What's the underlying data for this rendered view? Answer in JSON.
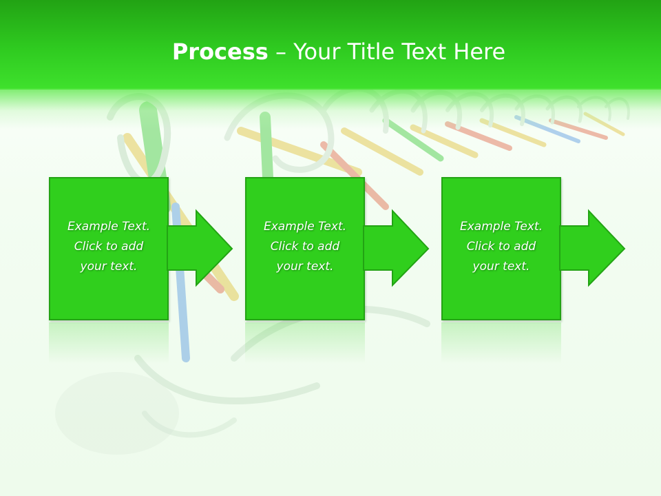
{
  "slide": {
    "title_bold": "Process",
    "title_rest": " – Your Title Text Here",
    "steps": [
      {
        "line1": "Example Text.",
        "line2": "Click  to add",
        "line3": "your text."
      },
      {
        "line1": "Example Text.",
        "line2": "Click  to add",
        "line3": "your text."
      },
      {
        "line1": "Example Text.",
        "line2": "Click  to add",
        "line3": "your text."
      }
    ],
    "colors": {
      "header": "#2fcb20",
      "block": "#30cf1d",
      "block_border": "#23a314",
      "text": "#ffffff"
    },
    "background_image": "dna-helix-illustration"
  }
}
